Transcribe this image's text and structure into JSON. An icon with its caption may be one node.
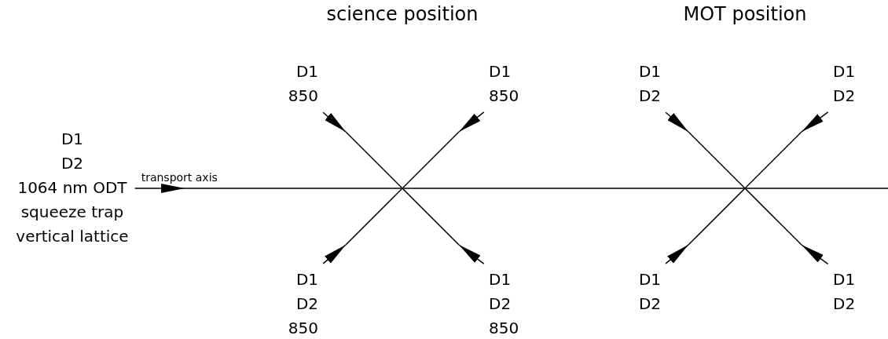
{
  "diagram": {
    "nodes": [
      {
        "text": [
          "D1",
          "D2",
          "1064 nm ODT",
          "squeeze trap",
          "vertical lattice"
        ]
      },
      {
        "text": [
          "D1",
          "850"
        ]
      },
      {
        "text": [
          "D1",
          "850"
        ]
      },
      {
        "text": [
          "D1",
          "D2",
          "850"
        ]
      },
      {
        "text": [
          "D1",
          "D2",
          "850"
        ]
      },
      {
        "text": [
          "D1",
          "D2"
        ]
      },
      {
        "text": [
          "D1",
          "D2"
        ]
      },
      {
        "text": [
          "D1",
          "D2"
        ]
      },
      {
        "text": [
          "D1",
          "D2"
        ]
      }
    ],
    "edges": [
      {
        "from": 0,
        "to": null,
        "arrow": "to",
        "label": "transport axis"
      },
      {
        "from": 1,
        "to": null,
        "arrow": "to"
      },
      {
        "from": 2,
        "to": null,
        "arrow": "to"
      },
      {
        "from": 3,
        "to": null,
        "arrow": "to"
      },
      {
        "from": 4,
        "to": null,
        "arrow": "to"
      },
      {
        "from": 5,
        "to": null,
        "arrow": "to"
      },
      {
        "from": 6,
        "to": null,
        "arrow": "to"
      },
      {
        "from": 7,
        "to": null,
        "arrow": "to"
      },
      {
        "from": 8,
        "to": null,
        "arrow": "to"
      }
    ],
    "labels": [
      "science position",
      "MOT position"
    ]
  }
}
